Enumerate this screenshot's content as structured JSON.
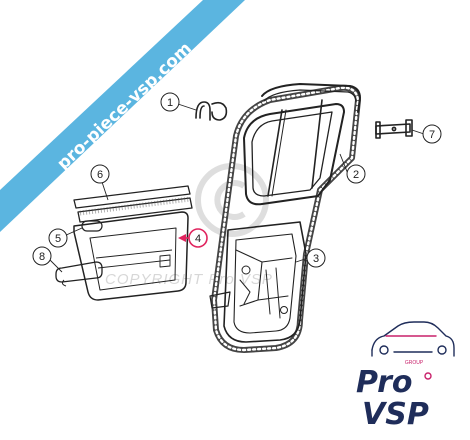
{
  "banner": {
    "text": "pro-piece-vsp.com",
    "color": "#5bb5e0"
  },
  "watermark": {
    "text": "COPYRIGHT Pro VSP",
    "symbol": "©"
  },
  "callouts": [
    {
      "number": "1",
      "part": "clip"
    },
    {
      "number": "2",
      "part": "door-seal"
    },
    {
      "number": "3",
      "part": "door-frame"
    },
    {
      "number": "4",
      "part": "door-panel-trim",
      "highlight": true
    },
    {
      "number": "5",
      "part": "door-handle"
    },
    {
      "number": "6",
      "part": "window-strip"
    },
    {
      "number": "7",
      "part": "hinge-bracket"
    },
    {
      "number": "8",
      "part": "pull-handle"
    }
  ],
  "logo": {
    "group_label": "GROUP",
    "line1": "Pro",
    "line2": "VSP",
    "brand_color": "#1f2d5a",
    "accent_color": "#c8206a"
  },
  "colors": {
    "line": "#222222",
    "highlight": "#e0245e"
  }
}
